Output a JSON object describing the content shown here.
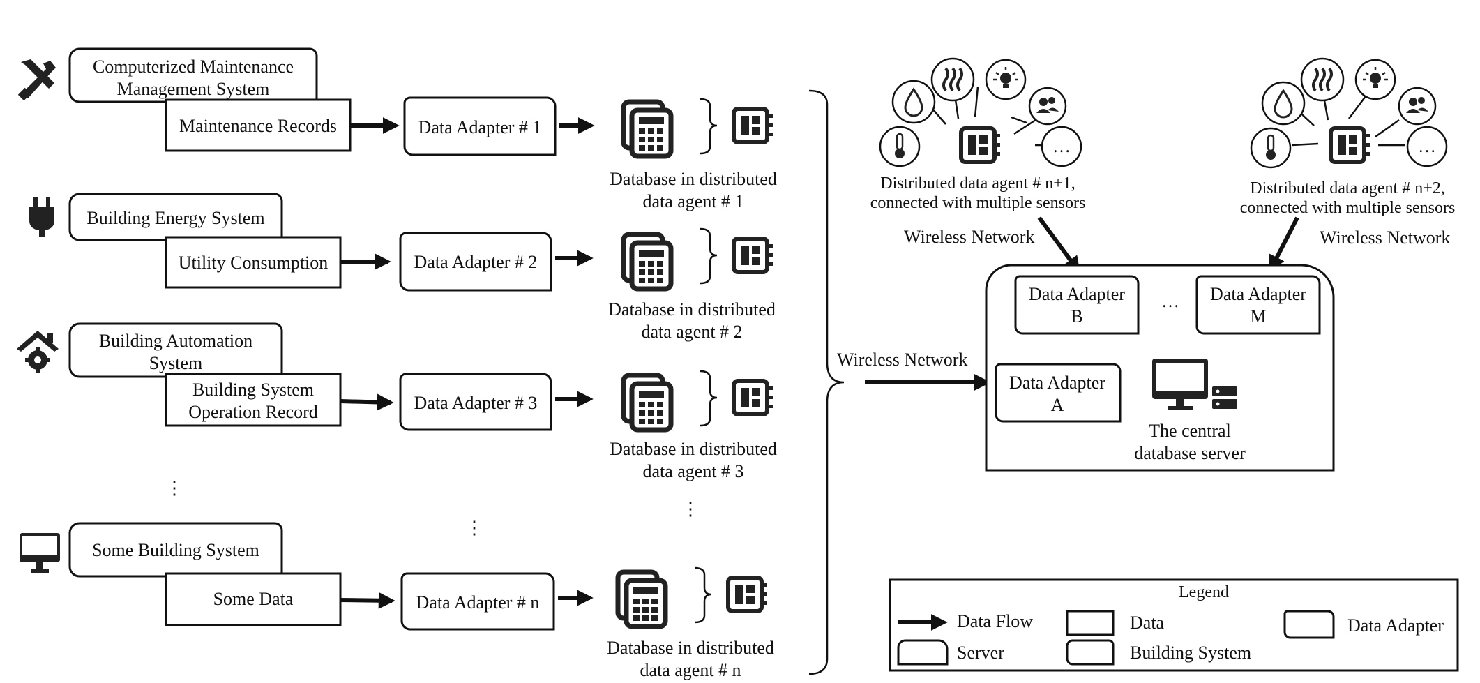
{
  "systems": [
    {
      "name_line1": "Computerized Maintenance",
      "name_line2": "Management System",
      "data_line1": "Maintenance Records",
      "data_line2": "",
      "adapter": "Data Adapter # 1",
      "db_line1": "Database in distributed",
      "db_line2": "data agent # 1",
      "icon": "tools-icon"
    },
    {
      "name_line1": "Building Energy System",
      "name_line2": "",
      "data_line1": "Utility Consumption",
      "data_line2": "",
      "adapter": "Data Adapter # 2",
      "db_line1": "Database in distributed",
      "db_line2": "data agent # 2",
      "icon": "plug-icon"
    },
    {
      "name_line1": "Building Automation",
      "name_line2": "System",
      "data_line1": "Building System",
      "data_line2": "Operation Record",
      "adapter": "Data Adapter # 3",
      "db_line1": "Database in distributed",
      "db_line2": "data agent # 3",
      "icon": "home-gear-icon"
    },
    {
      "name_line1": "Some Building System",
      "name_line2": "",
      "data_line1": "Some Data",
      "data_line2": "",
      "adapter": "Data Adapter # n",
      "db_line1": "Database in distributed",
      "db_line2": "data agent # n",
      "icon": "monitor-icon"
    }
  ],
  "ellipsis": "⋮",
  "wireless_network": "Wireless Network",
  "agents": [
    {
      "line1": "Distributed data agent # n+1,",
      "line2": "connected with multiple sensors",
      "more": "…"
    },
    {
      "line1": "Distributed data agent # n+2,",
      "line2": "connected with multiple sensors",
      "more": "…"
    }
  ],
  "server": {
    "adapter_b_1": "Data Adapter",
    "adapter_b_2": "B",
    "adapter_m_1": "Data Adapter",
    "adapter_m_2": "M",
    "adapter_a_1": "Data Adapter",
    "adapter_a_2": "A",
    "dots": "…",
    "caption_1": "The central",
    "caption_2": "database server"
  },
  "legend": {
    "title": "Legend",
    "data_flow": "Data Flow",
    "data": "Data",
    "data_adapter": "Data Adapter",
    "server": "Server",
    "building_system": "Building System"
  }
}
